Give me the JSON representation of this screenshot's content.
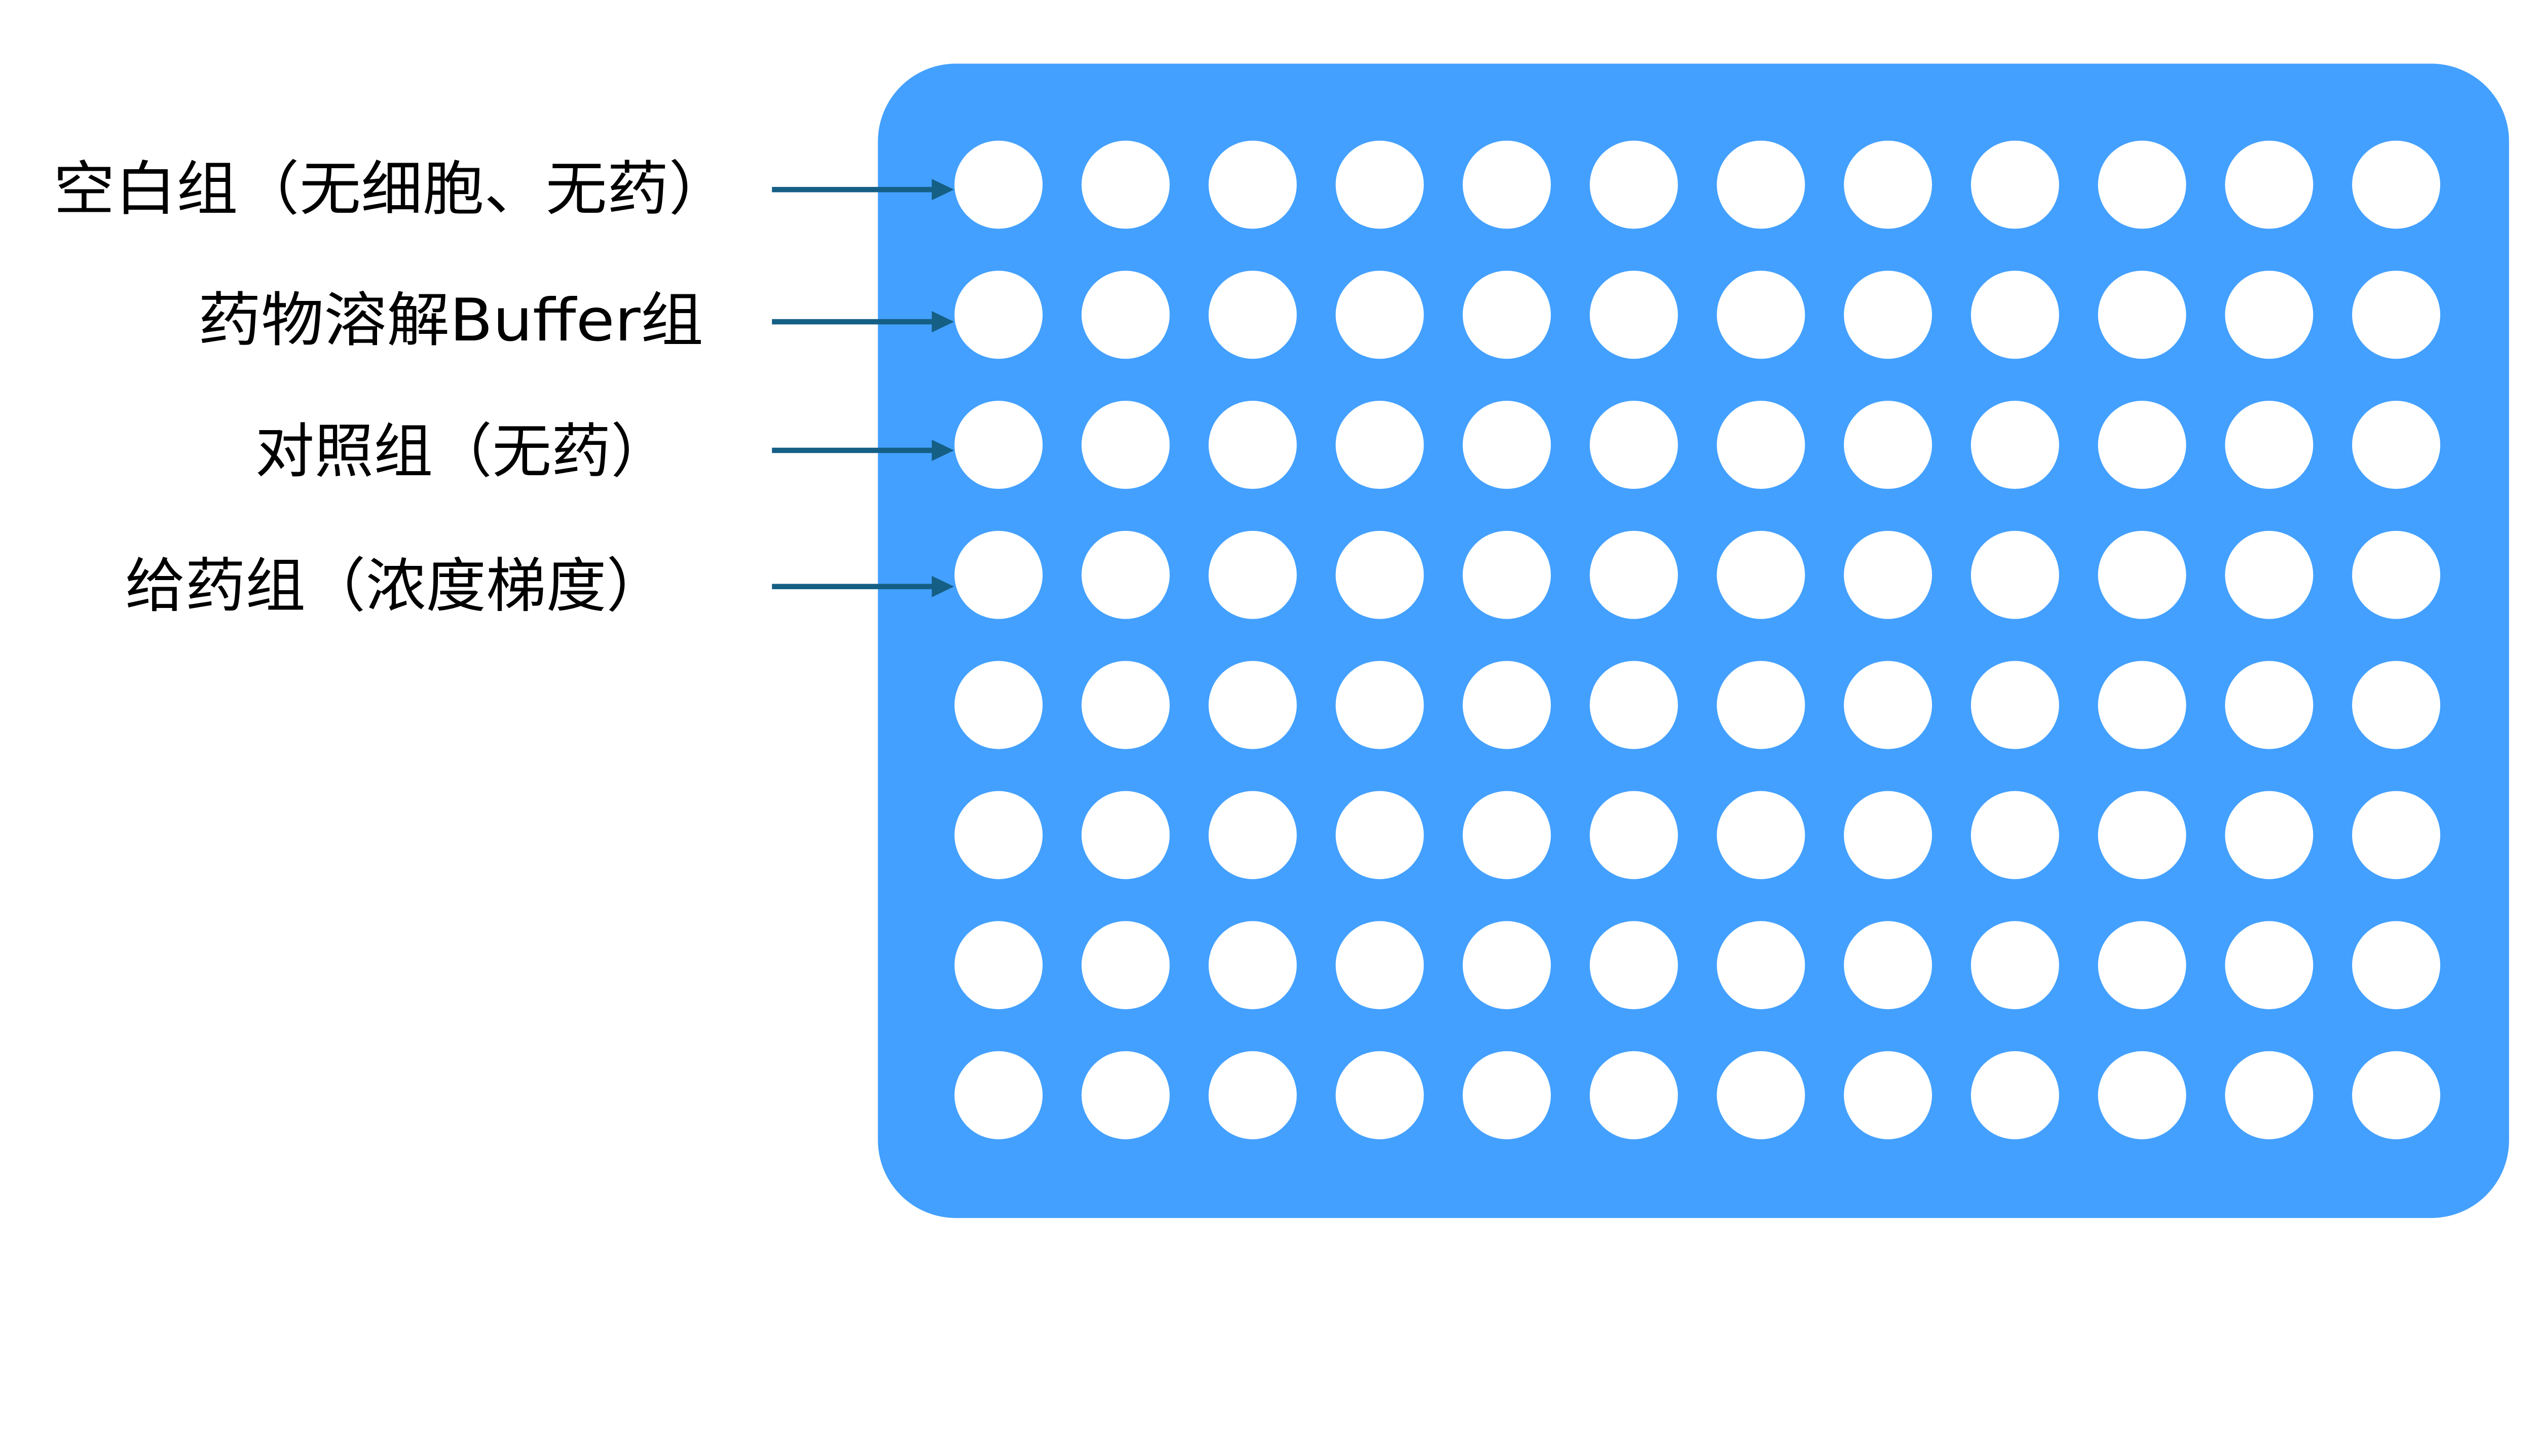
{
  "colors": {
    "plate": "#43a0ff",
    "well": "#ffffff",
    "arrow": "#155f85",
    "text": "#000000"
  },
  "plate": {
    "rows": 8,
    "columns": 12
  },
  "labels": [
    {
      "text": "空白组（无细胞、无药）"
    },
    {
      "text": "药物溶解Buffer组"
    },
    {
      "text": "对照组（无药）"
    },
    {
      "text": "给药组（浓度梯度）"
    }
  ]
}
